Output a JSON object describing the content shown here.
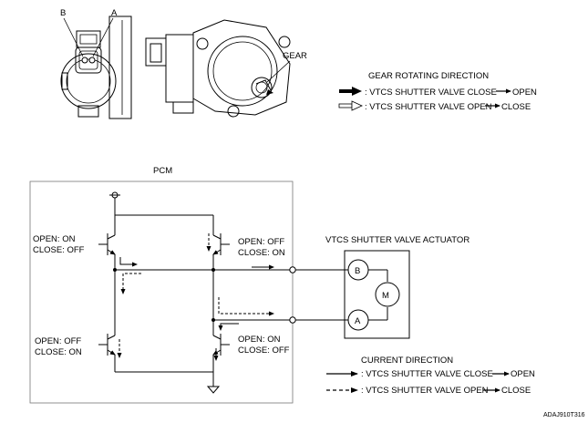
{
  "connector_labels": {
    "b": "B",
    "a": "A"
  },
  "gear_label": "GEAR",
  "gear_legend": {
    "title": "GEAR ROTATING DIRECTION",
    "solid": ": VTCS SHUTTER VALVE CLOSE",
    "solid_to": "OPEN",
    "hollow": ": VTCS SHUTTER VALVE OPEN",
    "hollow_to": "CLOSE"
  },
  "pcm_label": "PCM",
  "transistors": {
    "top_left": {
      "line1": "OPEN: ON",
      "line2": "CLOSE: OFF"
    },
    "top_right": {
      "line1": "OPEN: OFF",
      "line2": "CLOSE: ON"
    },
    "bottom_left": {
      "line1": "OPEN: OFF",
      "line2": "CLOSE: ON"
    },
    "bottom_right": {
      "line1": "OPEN: ON",
      "line2": "CLOSE: OFF"
    }
  },
  "actuator": {
    "title": "VTCS SHUTTER VALVE ACTUATOR",
    "terminal_b": "B",
    "terminal_a": "A",
    "motor": "M"
  },
  "current_legend": {
    "title": "CURRENT DIRECTION",
    "solid": ": VTCS SHUTTER VALVE CLOSE",
    "solid_to": "OPEN",
    "dashed": ": VTCS SHUTTER VALVE OPEN",
    "dashed_to": "CLOSE"
  },
  "figure_code": "ADAJ910T316"
}
